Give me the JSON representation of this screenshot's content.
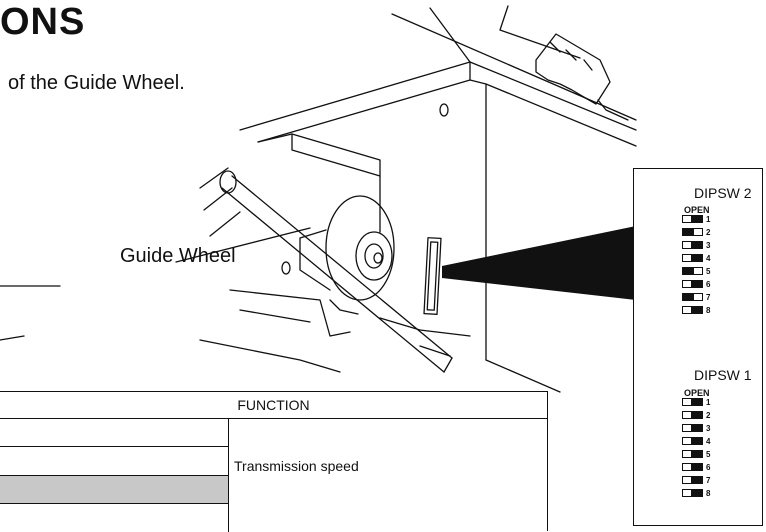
{
  "heading": "ONS",
  "subtitle": "of the Guide Wheel.",
  "callout": {
    "guide_wheel_label": "Guide Wheel"
  },
  "dip_switches": {
    "dipsw2": {
      "title": "DIPSW 2",
      "open_label": "OPEN",
      "switches": [
        {
          "number": "1",
          "state": "off"
        },
        {
          "number": "2",
          "state": "on"
        },
        {
          "number": "3",
          "state": "off"
        },
        {
          "number": "4",
          "state": "off"
        },
        {
          "number": "5",
          "state": "on"
        },
        {
          "number": "6",
          "state": "off"
        },
        {
          "number": "7",
          "state": "on"
        },
        {
          "number": "8",
          "state": "off"
        }
      ]
    },
    "dipsw1": {
      "title": "DIPSW 1",
      "open_label": "OPEN",
      "switches": [
        {
          "number": "1",
          "state": "off"
        },
        {
          "number": "2",
          "state": "off"
        },
        {
          "number": "3",
          "state": "off"
        },
        {
          "number": "4",
          "state": "off"
        },
        {
          "number": "5",
          "state": "off"
        },
        {
          "number": "6",
          "state": "off"
        },
        {
          "number": "7",
          "state": "off"
        },
        {
          "number": "8",
          "state": "off"
        }
      ]
    }
  },
  "function_table": {
    "header": "FUNCTION",
    "value": "Transmission speed"
  },
  "colors": {
    "ink": "#111111",
    "highlight_row": "#c8c8c8"
  }
}
